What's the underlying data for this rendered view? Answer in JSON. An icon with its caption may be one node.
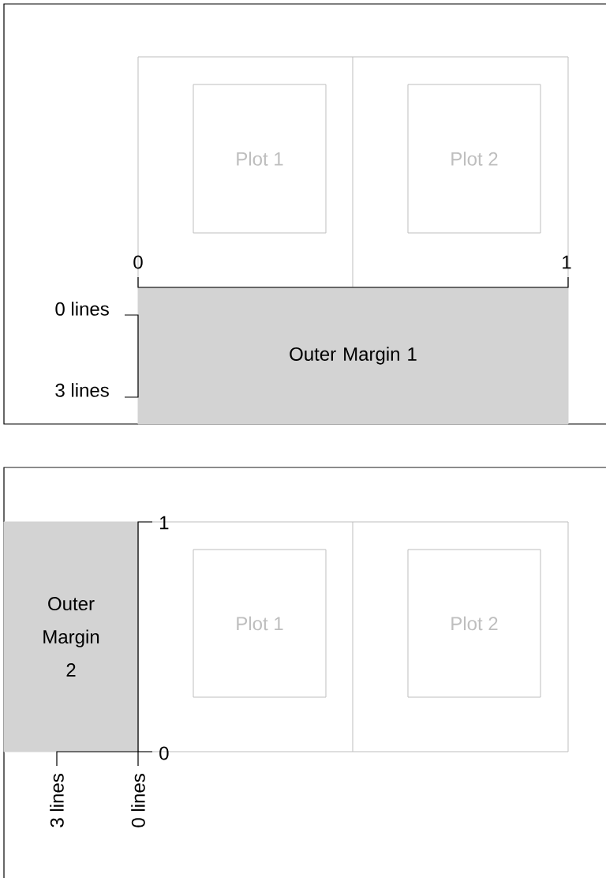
{
  "diagram": {
    "nodes": [
      {
        "text": [
          "Plot 1"
        ]
      },
      {
        "text": [
          "Plot 2"
        ]
      },
      {
        "text": [
          "Outer Margin 1"
        ]
      },
      {
        "text": [
          "Outer Margin 2"
        ]
      },
      {
        "text": [
          "Plot 1"
        ]
      },
      {
        "text": [
          "Plot 2"
        ]
      }
    ],
    "labels": [
      "0",
      "1",
      "0 lines",
      "3 lines",
      "1",
      "0",
      "3 lines",
      "0 lines"
    ]
  }
}
